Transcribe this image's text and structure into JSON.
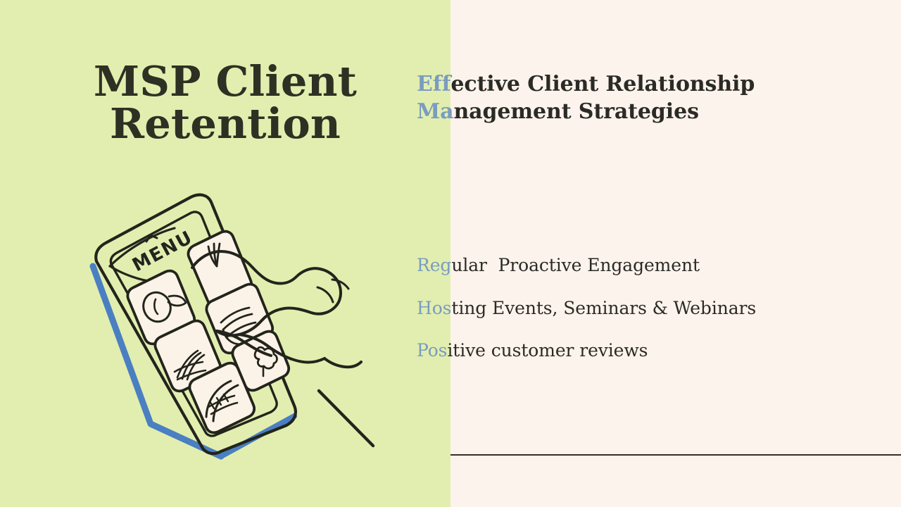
{
  "slide": {
    "title": {
      "line1": "MSP Client",
      "line2": "Retention"
    },
    "heading": {
      "accent_prefix_line1": "Eff",
      "rest_line1": "ective Client Relationship",
      "accent_prefix_line2": "Ma",
      "rest_line2": "nagement Strategies"
    },
    "bullets": [
      {
        "accent_prefix": "Reg",
        "rest": "ular  Proactive Engagement"
      },
      {
        "accent_prefix": "Hos",
        "rest": "ting Events, Seminars & Webinars"
      },
      {
        "accent_prefix": "Pos",
        "rest": "itive customer reviews"
      }
    ],
    "illustration": {
      "name": "hand-tapping-tablet-menu-illustration",
      "device_label": "MENU",
      "description": "Hand-drawn tablet tilted at an angle with blue edge shadow, six cream food tiles, and a hand pointing at the top-right tile"
    },
    "colors": {
      "panel_left_bg": "#e2eeaf",
      "panel_right_bg": "#fcf3ec",
      "title_text": "#2f3024",
      "body_text": "#2b2b26",
      "accent_blue": "#7a9cbf",
      "illustration_ink": "#23241c",
      "illustration_blue_edge": "#4a7fc1",
      "illustration_tile_fill": "#fbf3e8",
      "rule": "#3d2b28"
    }
  }
}
